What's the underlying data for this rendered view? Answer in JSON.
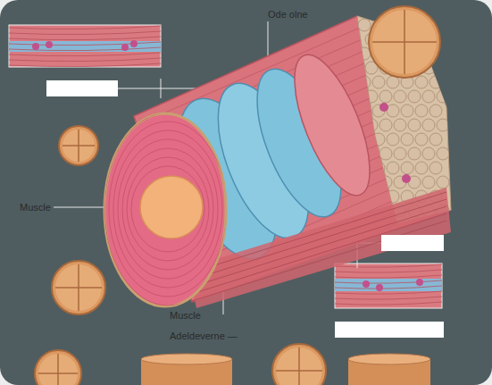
{
  "diagram": {
    "labels": [
      "Ode olne",
      "Muscle",
      "Muscle",
      "Adeldeverne —"
    ]
  }
}
